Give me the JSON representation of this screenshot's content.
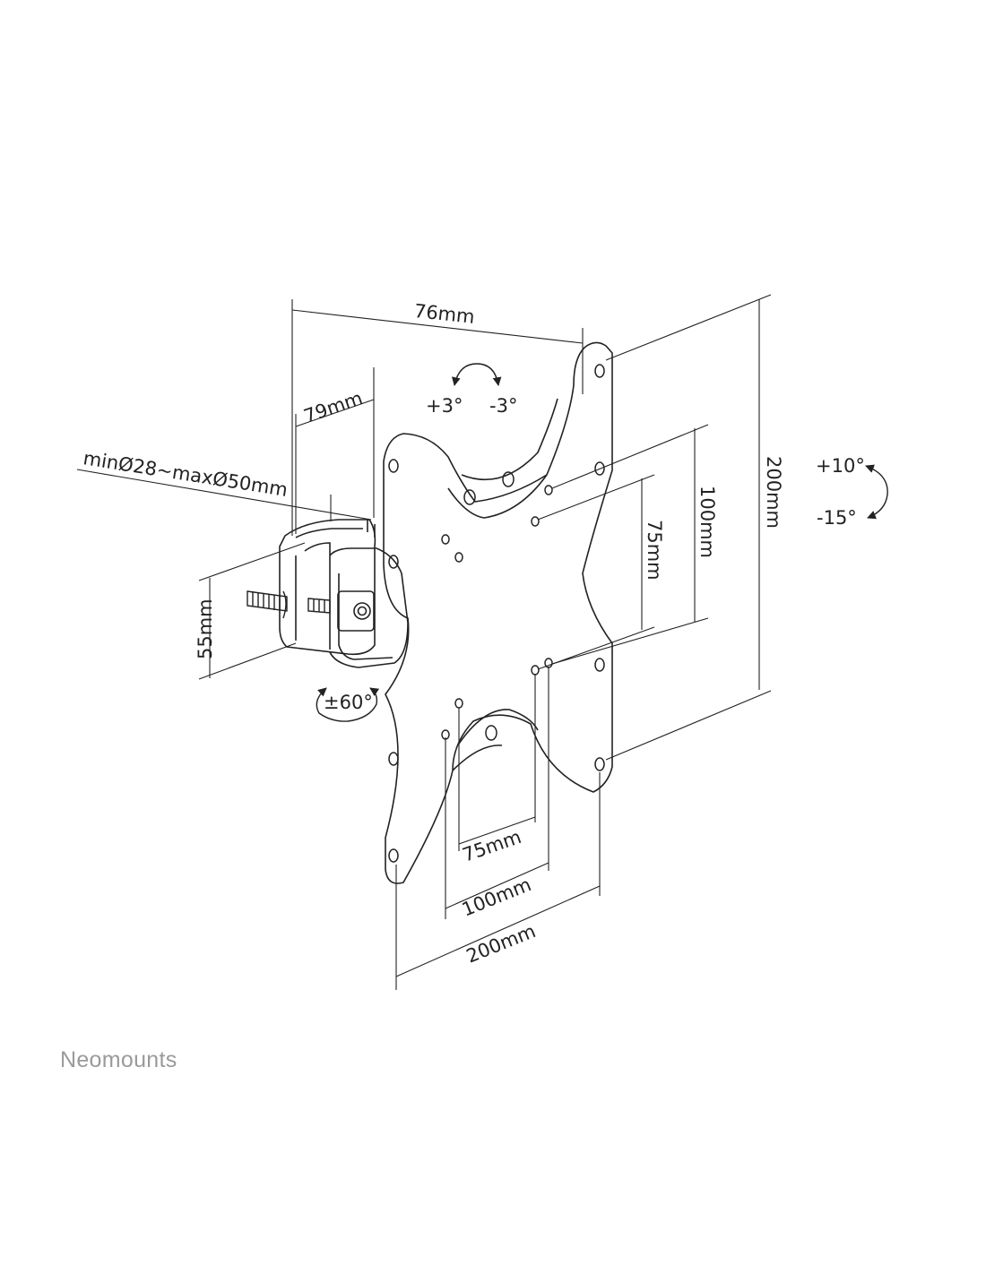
{
  "brand": "Neomounts",
  "colors": {
    "line": "#222222",
    "brand_text": "#9a9a9a",
    "background": "#ffffff"
  },
  "dimensions": {
    "arm_depth": "76mm",
    "clamp_depth": "79mm",
    "pole_diameter": "minØ28~maxØ50mm",
    "clamp_height": "55mm",
    "plate_height": "200mm",
    "vesa_v_100": "100mm",
    "vesa_v_75": "75mm",
    "vesa_h_75": "75mm",
    "vesa_h_100": "100mm",
    "plate_width": "200mm"
  },
  "rotation": {
    "swivel_plus": "+3°",
    "swivel_minus": "-3°",
    "tilt_up": "+10°",
    "tilt_down": "-15°",
    "rotate": "±60°"
  }
}
